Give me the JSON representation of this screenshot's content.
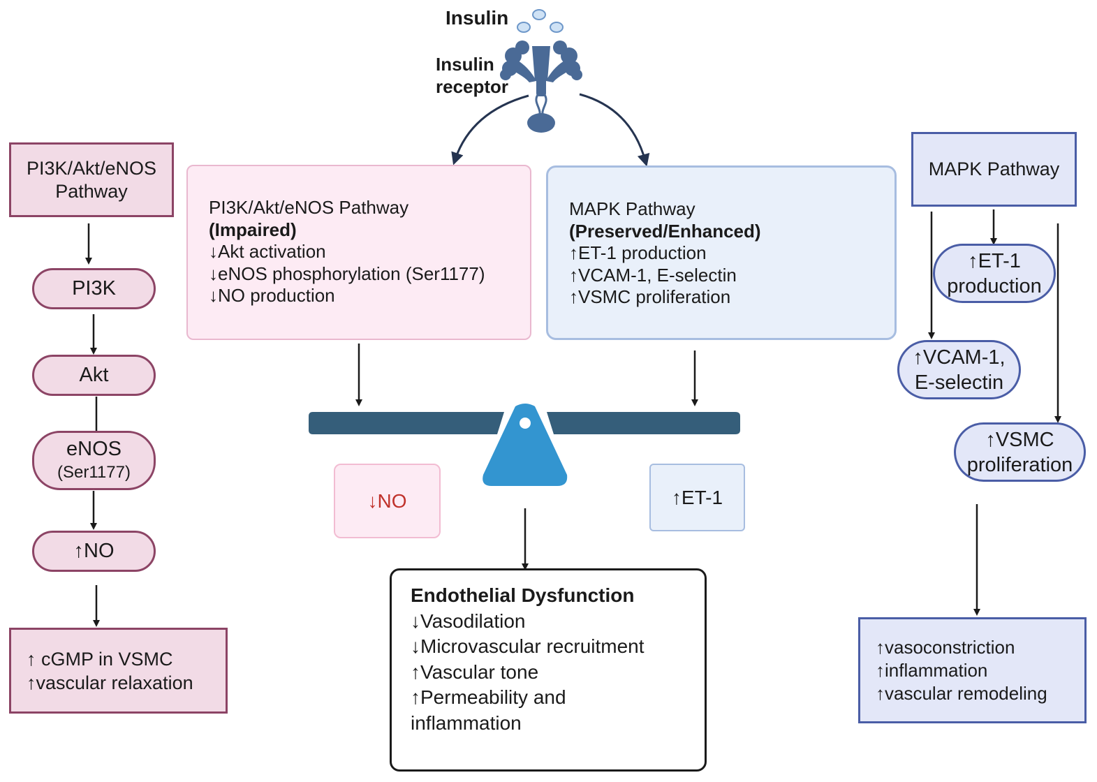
{
  "top": {
    "insulin_label": "Insulin",
    "receptor_label_1": "Insulin",
    "receptor_label_2": "receptor"
  },
  "left_column": {
    "header_1": "PI3K/Akt/eNOS",
    "header_2": "Pathway",
    "pi3k": "PI3K",
    "akt": "Akt",
    "enos_1": "eNOS",
    "enos_2": "(Ser1177)",
    "no": "↑NO",
    "result_1": "↑ cGMP in VSMC",
    "result_2": "↑vascular relaxation"
  },
  "center_left_box": {
    "title": "PI3K/Akt/eNOS Pathway",
    "status": "(Impaired)",
    "items": [
      "↓Akt activation",
      "↓eNOS phosphorylation (Ser1177)",
      "↓NO production"
    ]
  },
  "center_right_box": {
    "title": "MAPK Pathway",
    "status": "(Preserved/Enhanced)",
    "items": [
      "↑ET-1 production",
      "↑VCAM-1, E-selectin",
      "↑VSMC proliferation"
    ]
  },
  "balance": {
    "left_label": "↓NO",
    "right_label": "↑ET-1"
  },
  "outcome": {
    "title": "Endothelial Dysfunction",
    "items": [
      "↓Vasodilation",
      "↓Microvascular recruitment",
      "↑Vascular tone",
      "↑Permeability and",
      "inflammation"
    ]
  },
  "right_column": {
    "header": "MAPK Pathway",
    "et1_1": "↑ET-1",
    "et1_2": "production",
    "vcam_1": "↑VCAM-1,",
    "vcam_2": "E-selectin",
    "vsmc_1": "↑VSMC",
    "vsmc_2": "proliferation",
    "result_1": "↑vasoconstriction",
    "result_2": "↑inflammation",
    "result_3": "↑vascular remodeling"
  },
  "colors": {
    "left_fill": "#f2dbe6",
    "left_border": "#8c4465",
    "right_fill": "#e3e7f8",
    "right_border": "#4a5da6",
    "no_text": "#c0322b",
    "balance_beam": "#355e7a",
    "balance_fulcrum": "#3395d0",
    "receptor": "#4a6a96"
  }
}
